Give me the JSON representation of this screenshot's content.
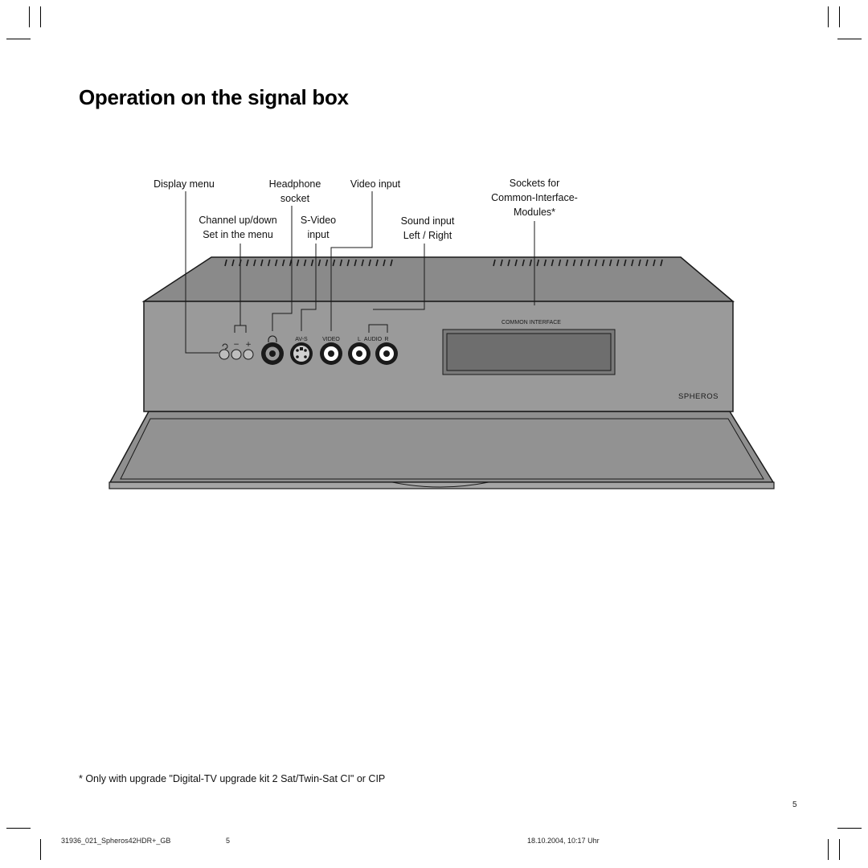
{
  "page": {
    "title": "Operation on the signal box",
    "page_number": "5"
  },
  "labels": {
    "display_menu": "Display menu",
    "headphone_line1": "Headphone",
    "headphone_line2": "socket",
    "video_input": "Video input",
    "sockets_line1": "Sockets for",
    "sockets_line2": "Common-Interface-",
    "sockets_line3": "Modules*",
    "channel_line1": "Channel up/down",
    "channel_line2": "Set in the menu",
    "svideo_line1": "S-Video",
    "svideo_line2": "input",
    "sound_line1": "Sound input",
    "sound_line2": "Left / Right"
  },
  "device": {
    "brand": "SPHEROS",
    "ci_label": "COMMON INTERFACE",
    "avs_label": "AV-S",
    "video_label": "VIDEO",
    "audio_l": "L",
    "audio_label": "AUDIO",
    "audio_r": "R",
    "minus_label": "−",
    "plus_label": "+"
  },
  "footnote": "* Only with upgrade \"Digital-TV upgrade kit 2 Sat/Twin-Sat CI\" or CIP",
  "footer": {
    "file": "31936_021_Spheros42HDR+_GB",
    "page": "5",
    "datetime": "18.10.2004, 10:17 Uhr"
  },
  "colors": {
    "body_front": "#9a9a9a",
    "body_top": "#8a8a8a",
    "flap": "#8f8f8f",
    "display": "#6e6e6e",
    "outline": "#1a1a1a"
  }
}
